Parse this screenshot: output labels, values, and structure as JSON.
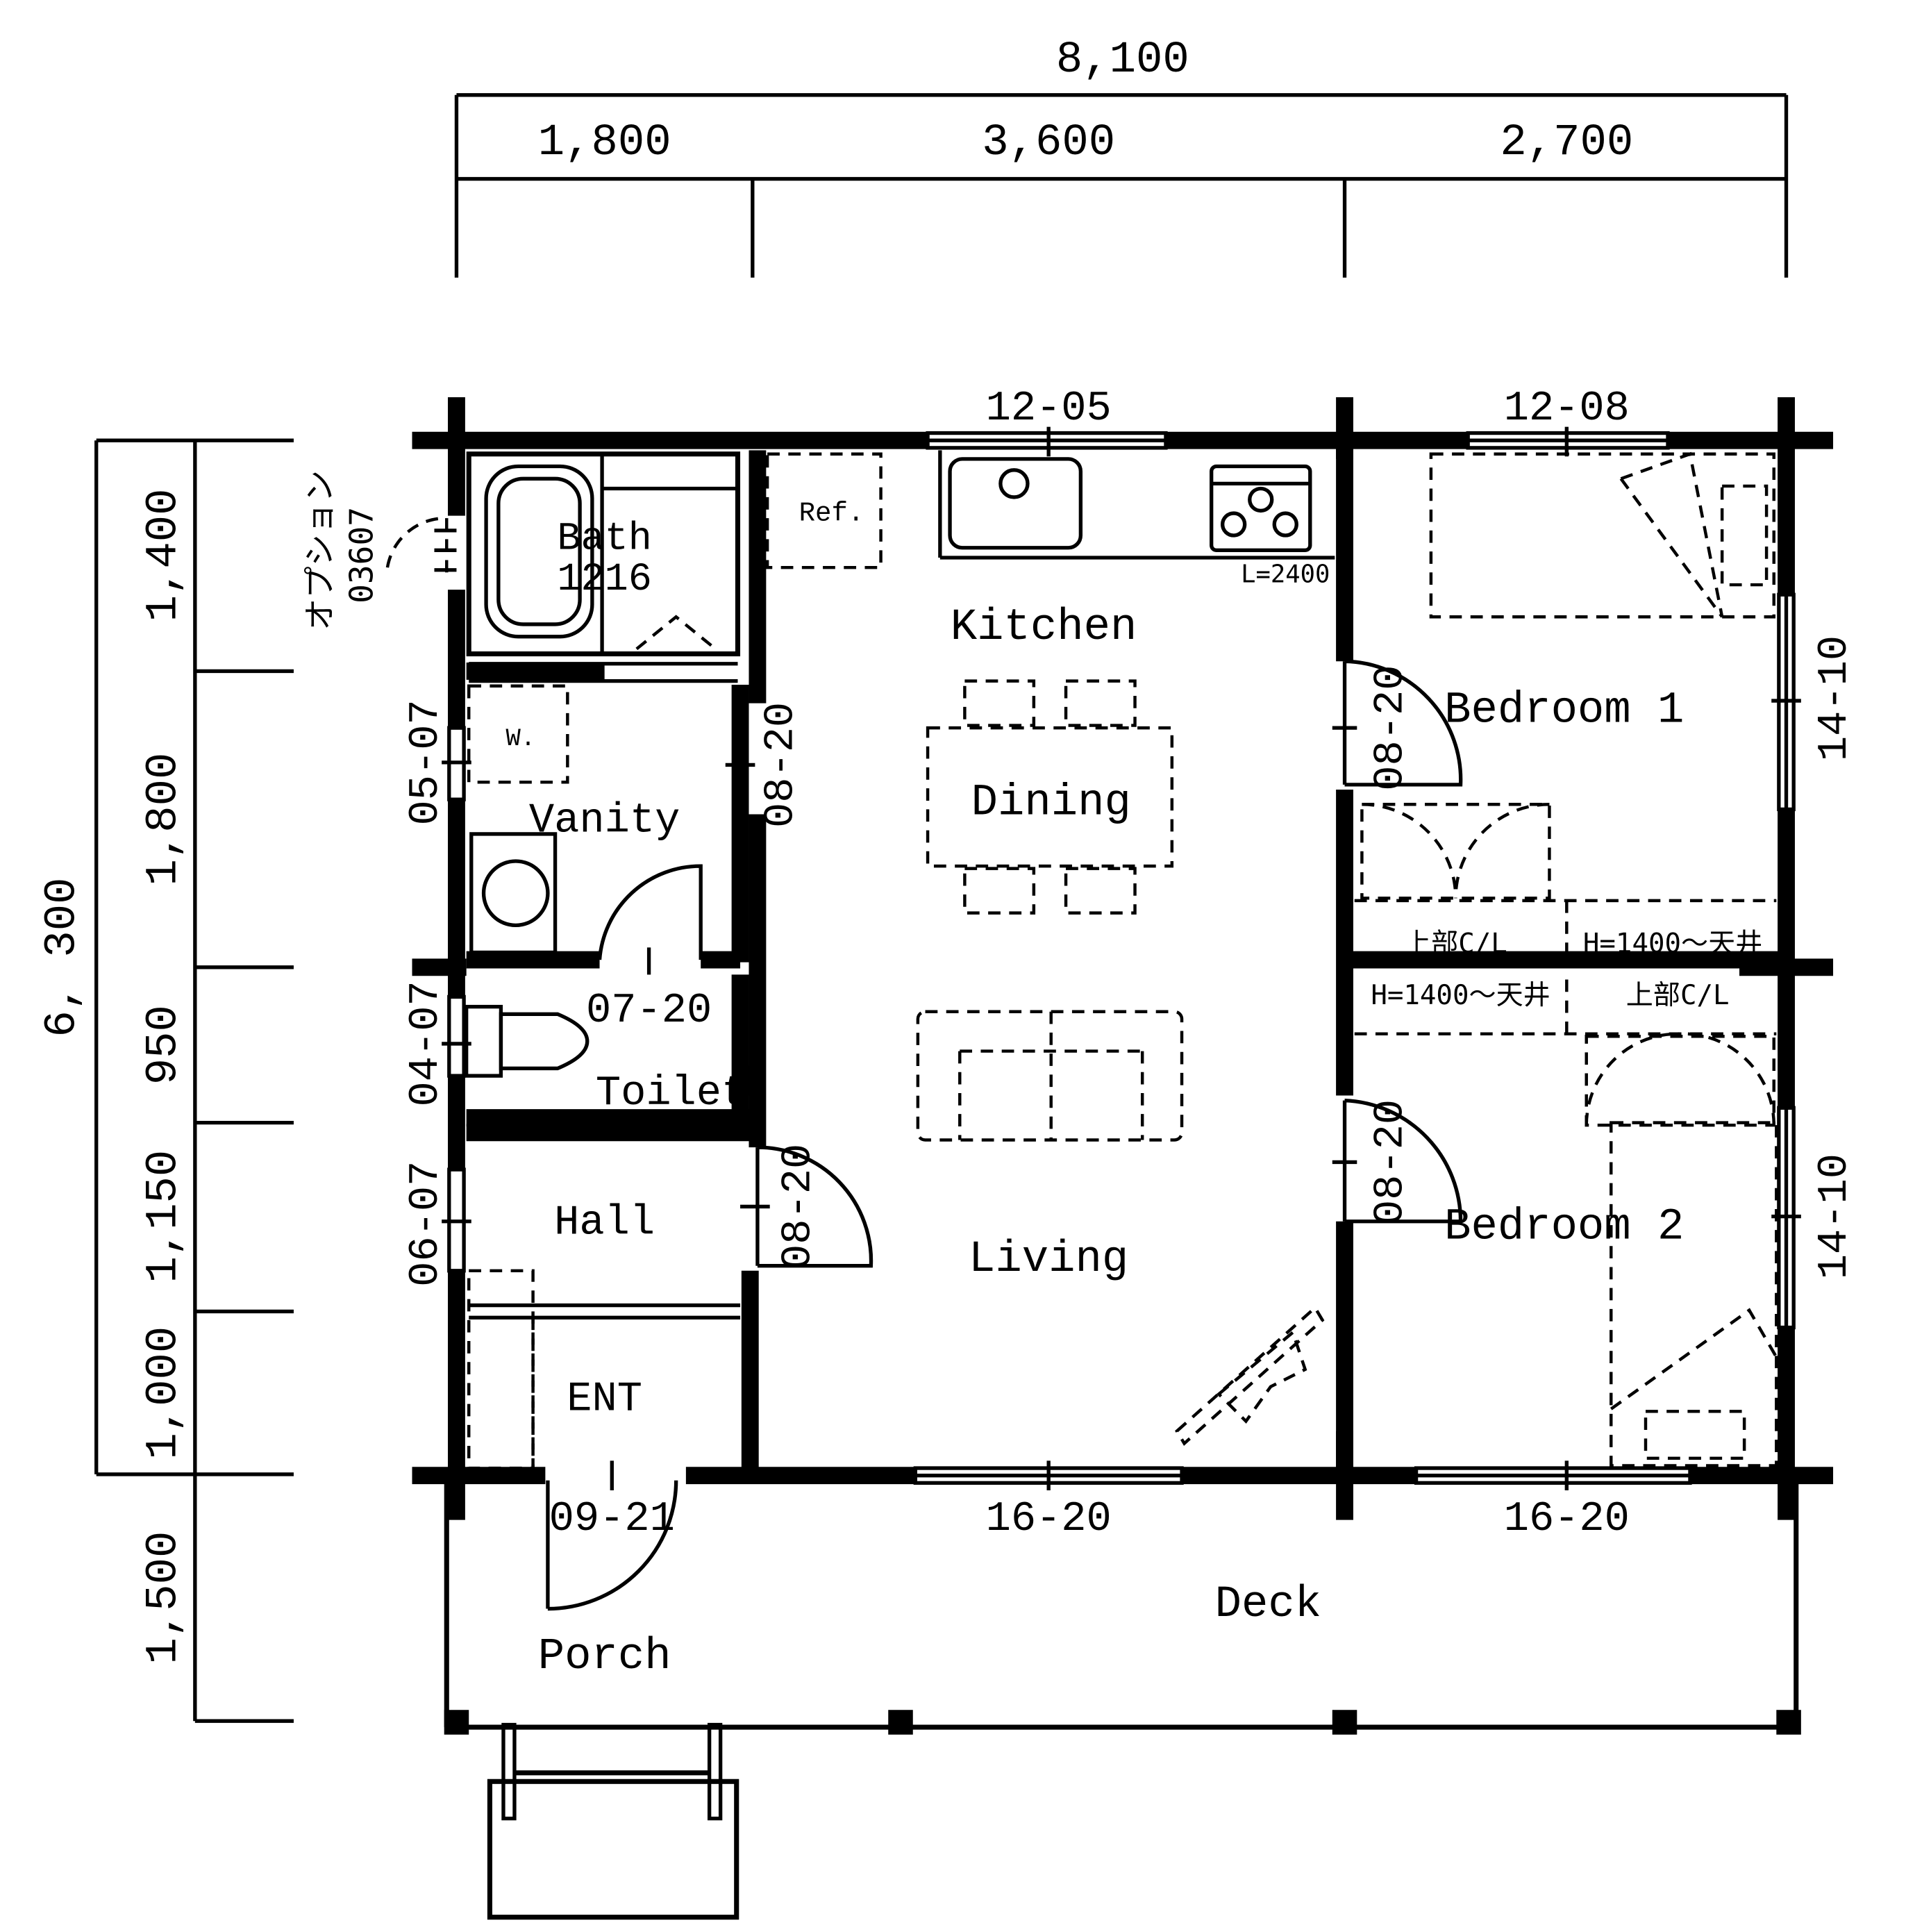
{
  "dimensions": {
    "total_width": "8,100",
    "top_segments": [
      "1,800",
      "3,600",
      "2,700"
    ],
    "total_depth": "6, 300",
    "left_segments": [
      "1,400",
      "1,800",
      "950",
      "1,150",
      "1,000",
      "1,500"
    ]
  },
  "rooms": {
    "bath": "Bath",
    "bath_code": "1216",
    "refrigerator": "Ref.",
    "kitchen": "Kitchen",
    "counter_length": "L=2400",
    "dining": "Dining",
    "bedroom1": "Bedroom 1",
    "bedroom2": "Bedroom 2",
    "washer": "W.",
    "vanity": "Vanity",
    "toilet": "Toilet",
    "hall": "Hall",
    "entrance": "ENT",
    "living": "Living",
    "deck": "Deck",
    "porch": "Porch"
  },
  "option_label": {
    "line1": "オプション",
    "line2": "03607"
  },
  "closet_notes": {
    "upper_cl_1": "上部C/L",
    "height_1": "H=1400～天井",
    "height_2": "H=1400～天井",
    "upper_cl_2": "上部C/L"
  },
  "openings": {
    "kitchen_window": "12-05",
    "bedroom1_top_window": "12-08",
    "bedroom1_side_window": "14-10",
    "bedroom2_side_window": "14-10",
    "vanity_window": "05-07",
    "toilet_window": "04-07",
    "hall_window": "06-07",
    "vanity_door": "08-20",
    "bedroom1_door": "08-20",
    "bedroom2_door": "08-20",
    "hall_door": "08-20",
    "toilet_door": "07-20",
    "entry_door": "09-21",
    "living_sliding_door": "16-20",
    "bedroom2_sliding_door": "16-20"
  }
}
